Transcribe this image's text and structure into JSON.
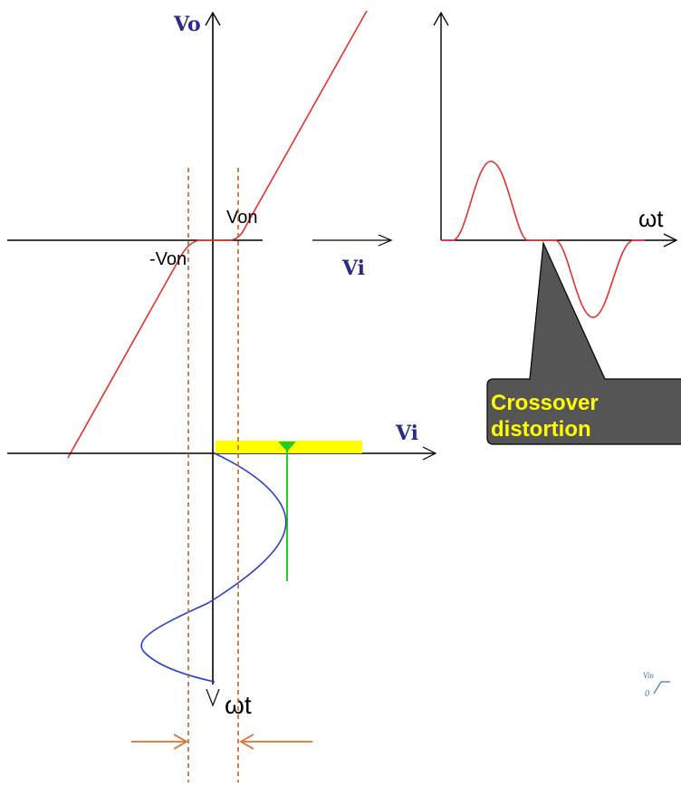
{
  "labels": {
    "vo_axis": "Vo",
    "vi_axis_top": "Vi",
    "vi_axis_bottom": "Vi",
    "von_pos": "Von",
    "von_neg": "-Von",
    "omega_t_right": "ωt",
    "omega_t_bottom": "ωt"
  },
  "callout": {
    "line1": "Crossover",
    "line2": "distortion"
  },
  "inset": {
    "label": "Vin",
    "zero": "0"
  },
  "colors": {
    "transfer_curve": "#e8302a",
    "input_wave": "#2a3fd0",
    "dashed_guides": "#c0622a",
    "highlight_bar": "#ffff00",
    "marker": "#22cc22",
    "callout_fill": "#555555",
    "callout_text": "#ffff00",
    "arrows": "#e07030"
  }
}
